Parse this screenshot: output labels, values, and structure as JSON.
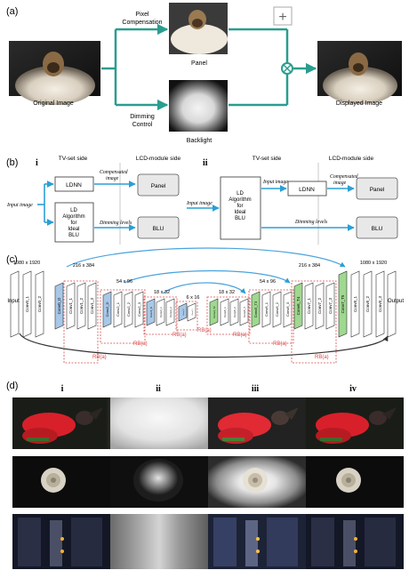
{
  "panel_a": {
    "letter": "(a)",
    "original_caption": "Original Image",
    "pixel_compensation": [
      "Pixel",
      "Compensation"
    ],
    "panel_caption": "Panel",
    "dimming_control": [
      "Dimming",
      "Control"
    ],
    "backlight_caption": "Backlight",
    "displayed_caption": "Displayed Image",
    "plus_symbol": "+",
    "multiply_symbol": "⊗"
  },
  "panel_b": {
    "letter": "(b)",
    "left": {
      "roman": "i",
      "tv_side": "TV-set side",
      "lcd_side": "LCD-module side",
      "input_image": "Input image",
      "ldnn": "LDNN",
      "ld_algo": [
        "LD",
        "Algorithm",
        "for",
        "Ideal",
        "BLU"
      ],
      "compensated_image": [
        "Compensated",
        "image"
      ],
      "dimming_levels": "Dimming levels",
      "panel": "Panel",
      "blu": "BLU"
    },
    "right": {
      "roman": "ii",
      "tv_side": "TV-set side",
      "lcd_side": "LCD-module side",
      "input_image_1": "Input image",
      "input_image_2": "Input image",
      "ldnn": "LDNN",
      "ld_algo": [
        "LD",
        "Algorithm",
        "for",
        "Ideal",
        "BLU"
      ],
      "compensated_image": [
        "Compensated",
        "image"
      ],
      "dimming_levels": "Dimming levels",
      "panel": "Panel",
      "blu": "BLU"
    }
  },
  "panel_c": {
    "letter": "(c)",
    "dims": [
      "1080 x 1920",
      "216 x 384",
      "54 x 96",
      "18 x 32",
      "6 x 16",
      "18 x 32",
      "54 x 96",
      "216 x 384",
      "1080 x 1920"
    ],
    "input_label": "Input",
    "output_label": "Output",
    "layers_enc": [
      "Conv0_1",
      "Conv0_2",
      "Conv0_D",
      "Conv1_1",
      "Conv1_2",
      "Conv1_3",
      "Conv2_D",
      "Conv2_1",
      "Conv2_2",
      "Conv2_3",
      "Conv3_D",
      "Conv3_1",
      "Conv3_2"
    ],
    "center": [
      "Conv4_D",
      "Conv4_1"
    ],
    "layers_dec": [
      "Conv4_T2",
      "Conv5_1",
      "Conv5_2",
      "Conv5_3",
      "Conv5_T3",
      "Conv6_1",
      "Conv6_2",
      "Conv6_3",
      "Conv6_T4",
      "Conv7_1",
      "Conv7_2",
      "Conv7_3",
      "Conv7_T5",
      "Conv8_1",
      "Conv8_2",
      "Conv8_3"
    ],
    "rb_label": "RB(a)",
    "colors": {
      "blue": "#a9c8e8",
      "green": "#9fd88f",
      "arrow": "#4aa3df",
      "rb": "#d94a4a"
    }
  },
  "panel_d": {
    "letter": "(d)",
    "columns": [
      "i",
      "ii",
      "iii",
      "iv"
    ]
  }
}
